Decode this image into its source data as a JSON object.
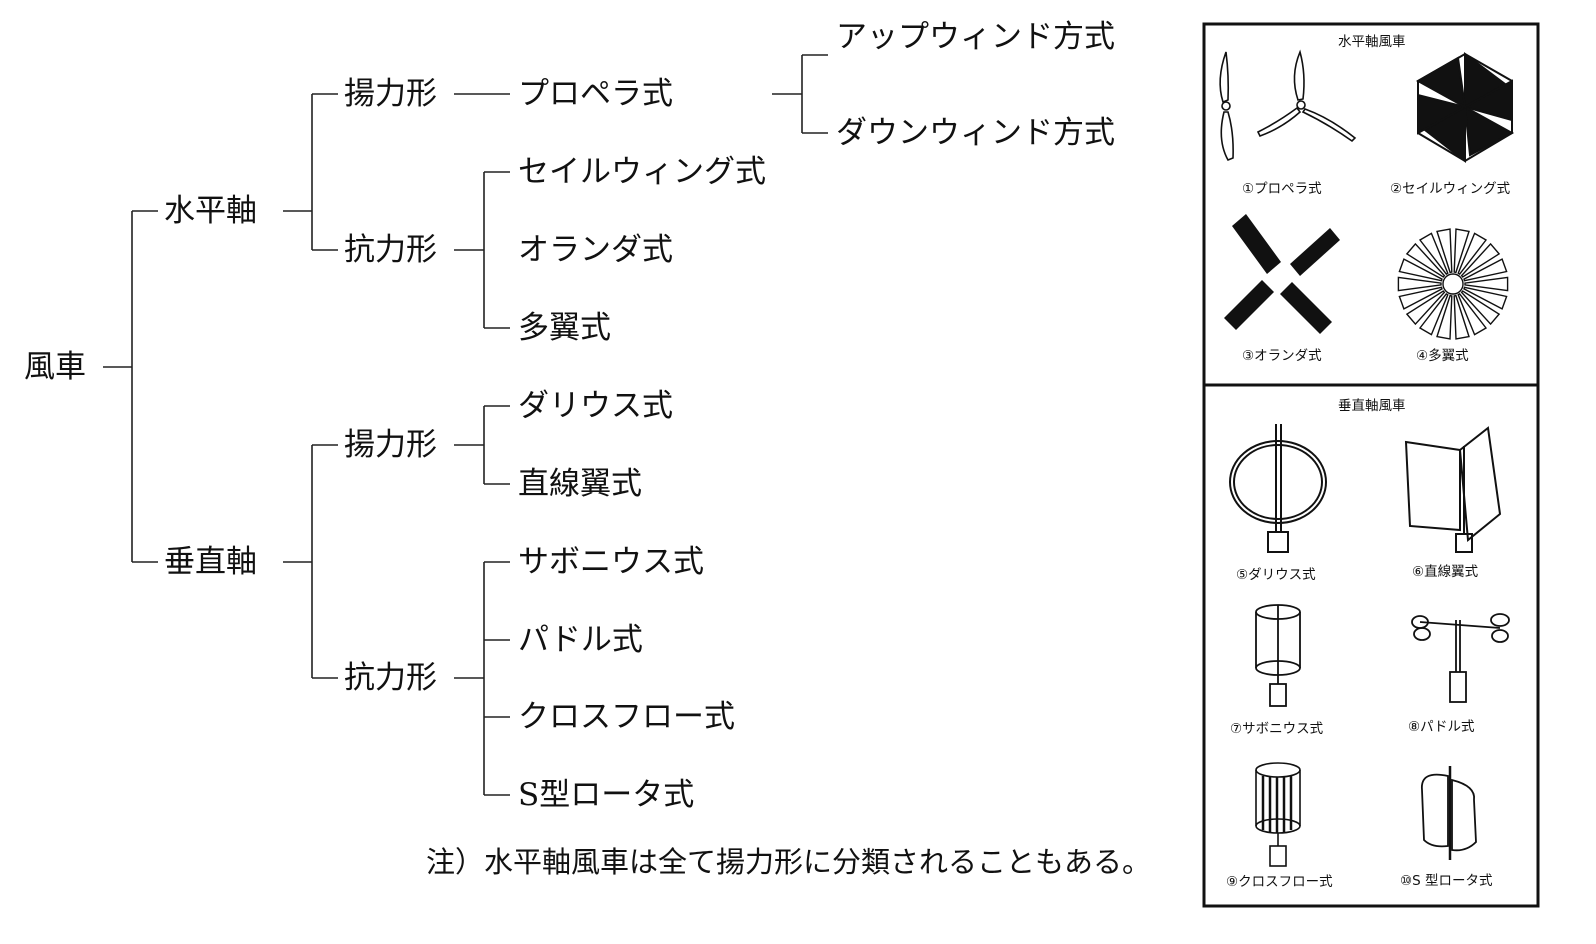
{
  "tree": {
    "root": "風車",
    "horizontal": {
      "label": "水平軸",
      "lift": {
        "label": "揚力形",
        "propeller": "プロペラ式",
        "upwind": "アップウィンド方式",
        "downwind": "ダウンウィンド方式"
      },
      "drag": {
        "label": "抗力形",
        "items": [
          "セイルウィング式",
          "オランダ式",
          "多翼式"
        ]
      }
    },
    "vertical": {
      "label": "垂直軸",
      "lift": {
        "label": "揚力形",
        "items": [
          "ダリウス式",
          "直線翼式"
        ]
      },
      "drag": {
        "label": "抗力形",
        "items": [
          "サボニウス式",
          "パドル式",
          "クロスフロー式",
          "S型ロータ式"
        ]
      }
    }
  },
  "note": "注）水平軸風車は全て揚力形に分類されることもある。",
  "panel": {
    "horizontal_title": "水平軸風車",
    "vertical_title": "垂直軸風車",
    "captions": [
      "①プロペラ式",
      "②セイルウィング式",
      "③オランダ式",
      "④多翼式",
      "⑤ダリウス式",
      "⑥直線翼式",
      "⑦サボニウス式",
      "⑧パドル式",
      "⑨クロスフロー式",
      "⑩S 型ロータ式"
    ]
  }
}
